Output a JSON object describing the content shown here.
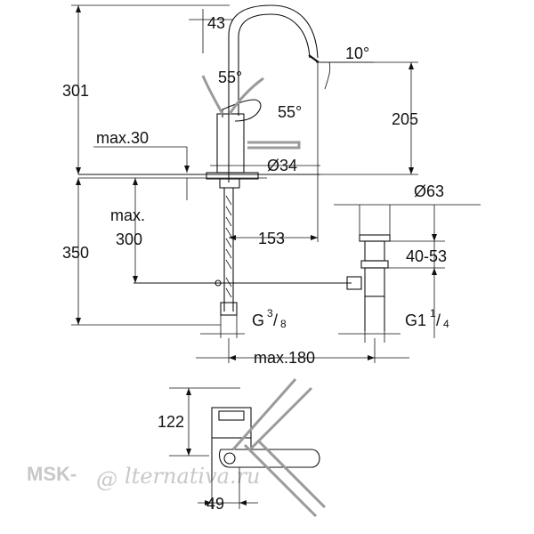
{
  "diagram": {
    "dimensions": {
      "spout_offset": "43",
      "total_height_top": "301",
      "spout_angle": "10°",
      "lever_angle_1": "55°",
      "lever_angle_2": "55°",
      "spout_height": "205",
      "max_30": "max.30",
      "diameter_34": "Ø34",
      "diameter_63": "Ø63",
      "max_300_line1": "max.",
      "max_300_line2": "300",
      "height_350": "350",
      "reach_153": "153",
      "range_40_53": "40-53",
      "thread_g_prefix": "G",
      "thread_g_num": "3",
      "thread_g_den": "8",
      "thread_g1_prefix": "G1",
      "thread_g1_num": "1",
      "thread_g1_den": "4",
      "max_180": "max.180",
      "depth_122": "122",
      "width_49": "49"
    },
    "watermark": {
      "left": "MSK-",
      "mid": "@",
      "right": "lternativa.ru"
    }
  }
}
